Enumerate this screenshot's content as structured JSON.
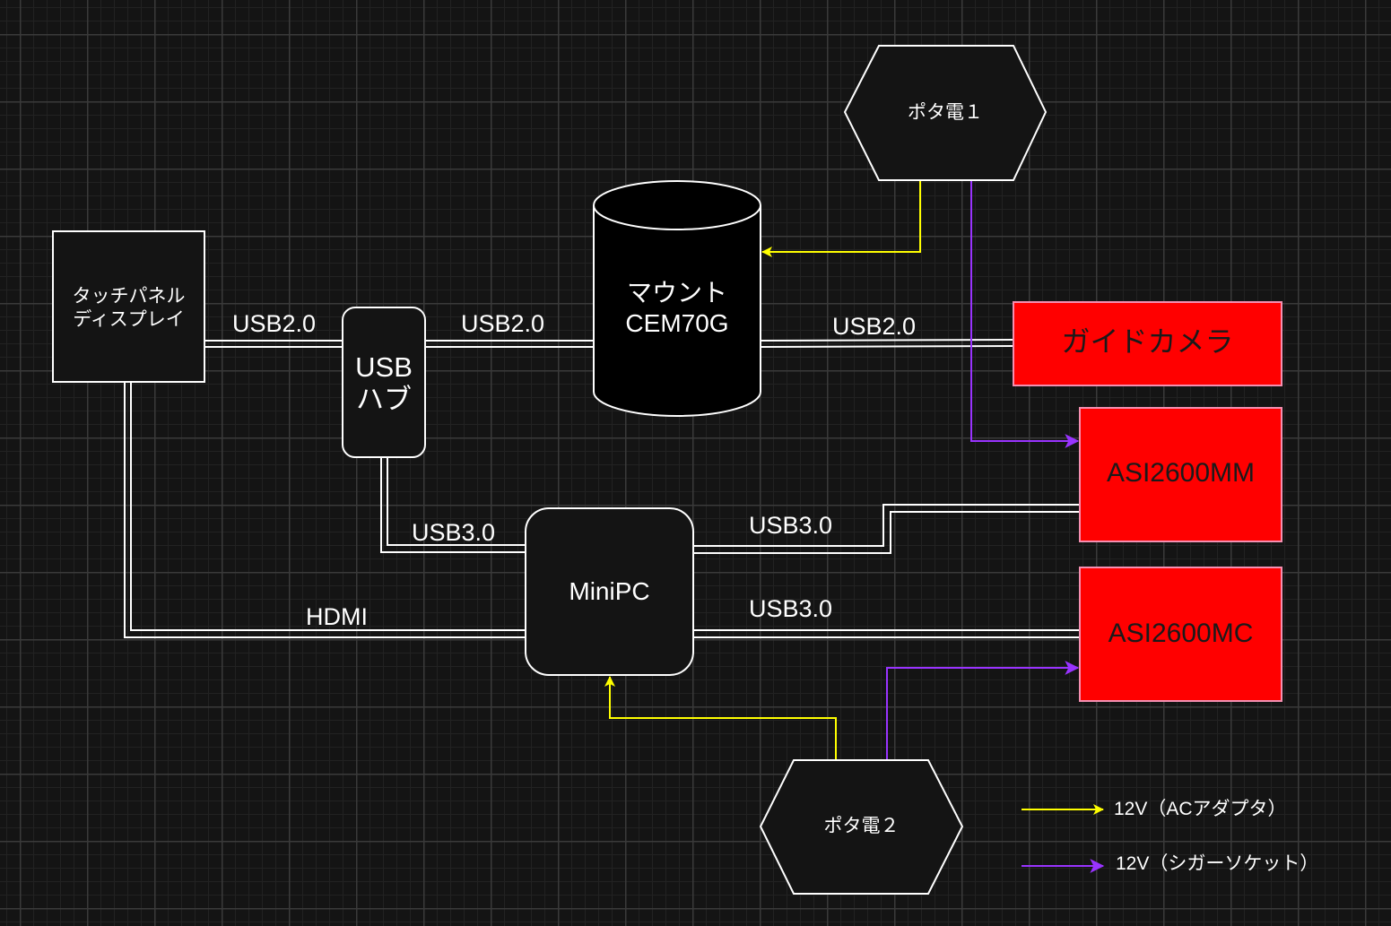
{
  "colors": {
    "background": "#141414",
    "node_stroke": "#ffffff",
    "node_fill": "#141414",
    "mount_fill": "#000000",
    "camera_fill": "#ff0000",
    "camera_stroke": "#f48fb1",
    "ac_adapter_line": "#ffff00",
    "cigar_socket_line": "#9933ff"
  },
  "nodes": {
    "power1": {
      "label": "ポタ電１"
    },
    "power2": {
      "label": "ポタ電２"
    },
    "touch_panel": {
      "label_line1": "タッチパネル",
      "label_line2": "ディスプレイ"
    },
    "usb_hub": {
      "label_line1": "USB",
      "label_line2": "ハブ"
    },
    "mount": {
      "label_line1": "マウント",
      "label_line2": "CEM70G"
    },
    "guide_camera": {
      "label": "ガイドカメラ"
    },
    "asi2600mm": {
      "label": "ASI2600MM"
    },
    "asi2600mc": {
      "label": "ASI2600MC"
    },
    "minipc": {
      "label": "MiniPC"
    }
  },
  "edges": {
    "panel_to_hub": "USB2.0",
    "hub_to_mount": "USB2.0",
    "mount_to_guide": "USB2.0",
    "hub_to_minipc": "USB3.0",
    "minipc_to_mm": "USB3.0",
    "minipc_to_mc": "USB3.0",
    "panel_to_minipc": "HDMI"
  },
  "legend": {
    "ac_adapter": "12V（ACアダプタ）",
    "cigar_socket": "12V（シガーソケット）"
  }
}
